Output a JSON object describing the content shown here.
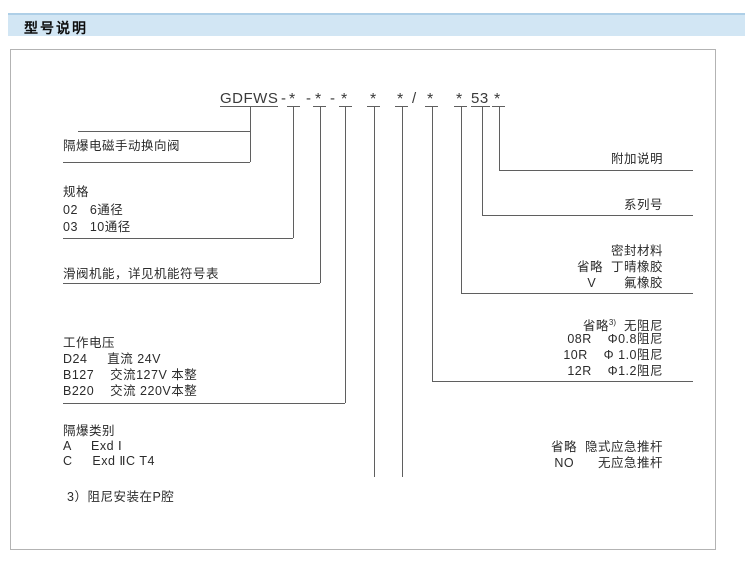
{
  "header": {
    "title": "型号说明"
  },
  "model": {
    "code": "GDFWS",
    "separator": "-",
    "star": "*",
    "slash": "/",
    "series_number": "53"
  },
  "left": {
    "valve_type": "隔爆电磁手动换向阀",
    "spec": {
      "title": "规格",
      "options": [
        "02   6通径",
        "03   10通径"
      ]
    },
    "spool_function": "滑阀机能，详见机能符号表",
    "voltage": {
      "title": "工作电压",
      "options": [
        "D24     直流 24V",
        "B127    交流127V 本整",
        "B220    交流 220V本整"
      ]
    },
    "explosion_class": {
      "title": "隔爆类别",
      "options": [
        "A     Exd Ⅰ",
        "C     Exd ⅡC T4"
      ]
    },
    "footnote": "3）阻尼安装在P腔"
  },
  "right": {
    "additional_note": "附加说明",
    "series_label": "系列号",
    "seal": {
      "title": "密封材料",
      "options": [
        "省略  丁晴橡胶",
        "V       氟橡胶"
      ]
    },
    "damping": {
      "default_prefix": "省略",
      "default_sup": "3)",
      "default_suffix": "  无阻尼",
      "options": [
        "08R    Φ0.8阻尼",
        "10R    Φ 1.0阻尼",
        "12R    Φ1.2阻尼"
      ]
    },
    "push_rod": {
      "options": [
        "省略  隐式应急推杆",
        "NO      无应急推杆"
      ]
    }
  }
}
